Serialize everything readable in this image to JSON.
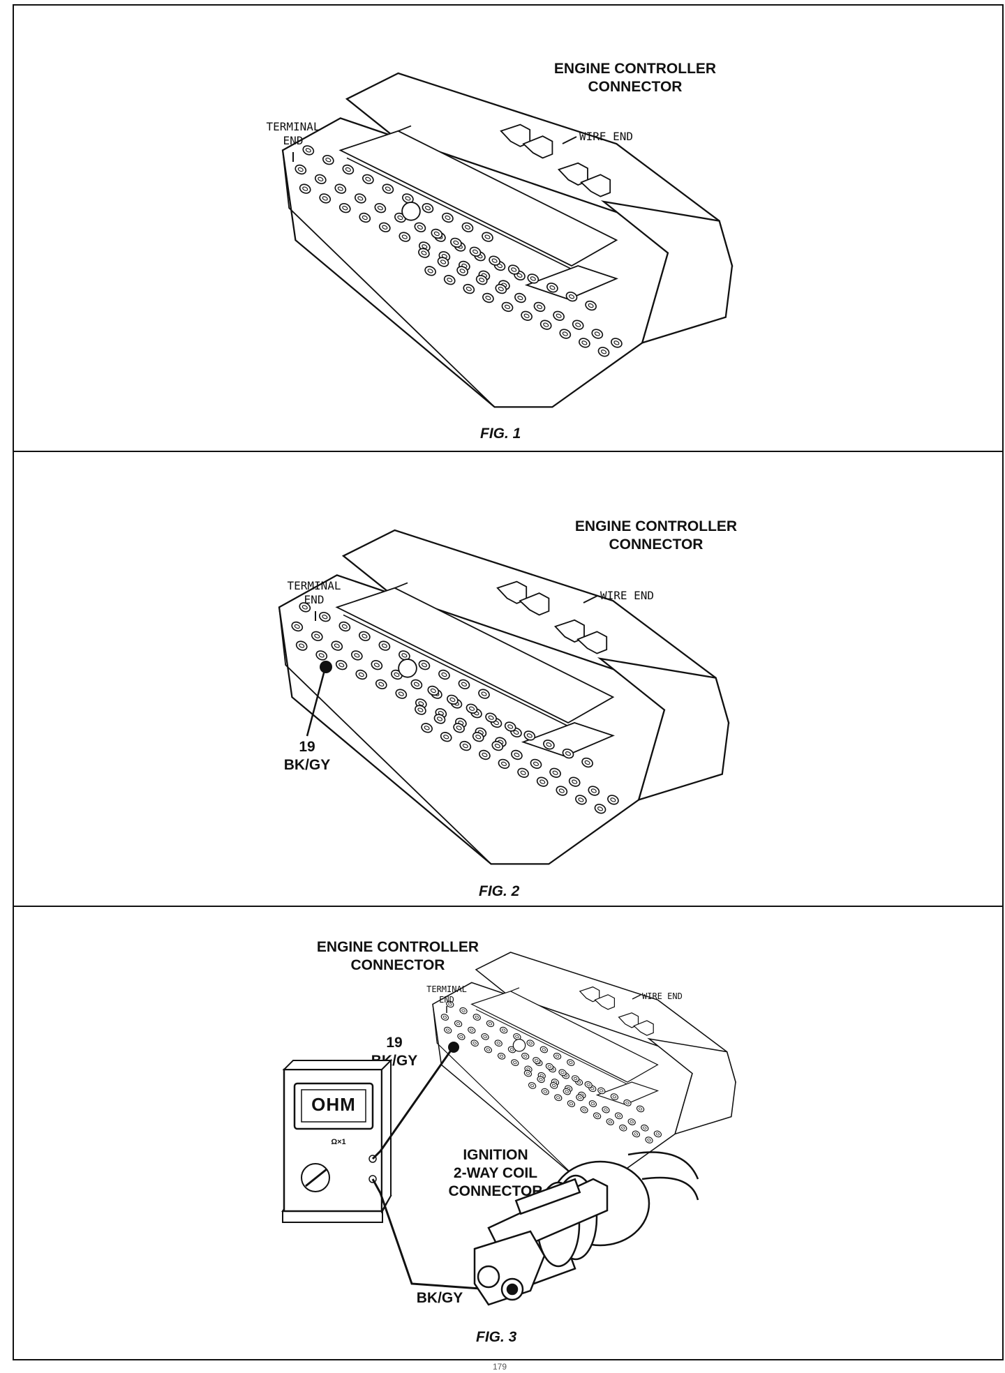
{
  "figures": [
    {
      "id": "fig1",
      "caption": "FIG. 1",
      "connector_label": "ENGINE CONTROLLER\nCONNECTOR",
      "terminal_end_label": "TERMINAL\nEND",
      "wire_end_label": "WIRE END"
    },
    {
      "id": "fig2",
      "caption": "FIG. 2",
      "connector_label": "ENGINE CONTROLLER\nCONNECTOR",
      "terminal_end_label": "TERMINAL\nEND",
      "wire_end_label": "WIRE END",
      "pin_callout": "19\nBK/GY"
    },
    {
      "id": "fig3",
      "caption": "FIG. 3",
      "connector_label": "ENGINE CONTROLLER\nCONNECTOR",
      "terminal_end_label": "TERMINAL\nEND",
      "wire_end_label": "WIRE END",
      "pin_callout": "19\nBK/GY",
      "ignition_label": "IGNITION\n2-WAY COIL\nCONNECTOR",
      "coil_wire_label": "BK/GY",
      "meter_display": "OHM",
      "meter_range": "Ω×1"
    }
  ],
  "page_number": "179"
}
